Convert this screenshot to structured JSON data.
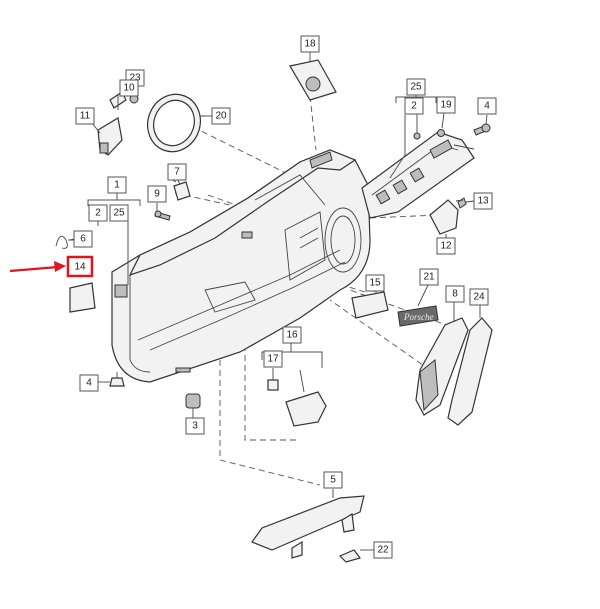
{
  "diagram": {
    "labels": {
      "c18": "18",
      "c23": "23",
      "c10": "10",
      "c11": "11",
      "c20": "20",
      "c25a": "25",
      "c2a": "2",
      "c19": "19",
      "c4a": "4",
      "c7": "7",
      "c9": "9",
      "c1": "1",
      "c2b": "2",
      "c25b": "25",
      "c6": "6",
      "c13": "13",
      "c12": "12",
      "c14": "14",
      "c15": "15",
      "c21": "21",
      "c8": "8",
      "c24": "24",
      "c16": "16",
      "c17": "17",
      "c4b": "4",
      "c3": "3",
      "c5": "5",
      "c22": "22"
    },
    "highlight_color": "#e0141c"
  }
}
